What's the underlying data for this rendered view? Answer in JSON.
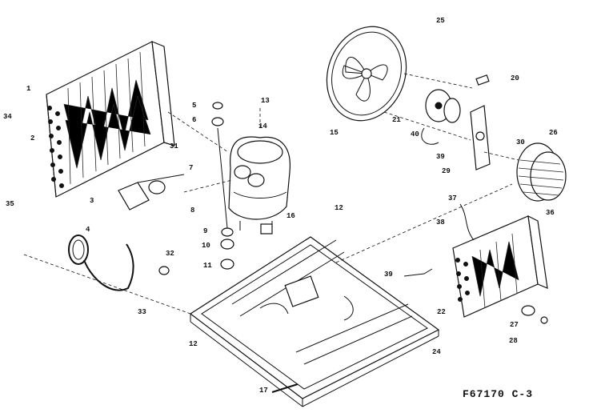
{
  "diagram": {
    "code": "F67170 C-3",
    "labels": [
      "1",
      "2",
      "3",
      "4",
      "5",
      "6",
      "7",
      "8",
      "9",
      "10",
      "11",
      "12",
      "13",
      "14",
      "15",
      "16",
      "17",
      "20",
      "21",
      "22",
      "24",
      "25",
      "26",
      "27",
      "28",
      "29",
      "30",
      "31",
      "32",
      "33",
      "34",
      "35",
      "36",
      "37",
      "38",
      "39",
      "40"
    ]
  }
}
